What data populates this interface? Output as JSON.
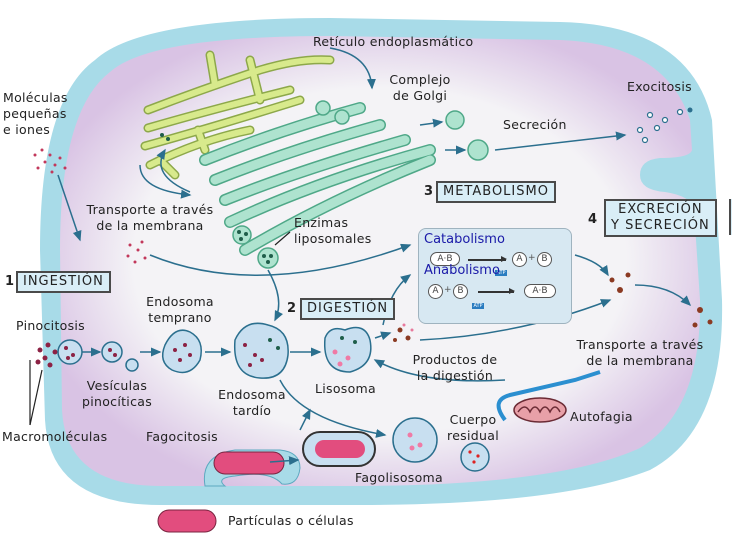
{
  "diagram": {
    "type": "cell-function-diagram",
    "language": "es",
    "colors": {
      "membrane": "#a8dbe8",
      "cytoplasm_edge": "#dcc6e6",
      "cytoplasm": "#f3f2f6",
      "reticulum": "#d8ea8c",
      "golgi": "#aee3cf",
      "vesicle": "#c8dff0",
      "particle": "#e24d7e",
      "macromolecule": "#8c2244",
      "enzyme": "#1f5e4a",
      "product": "#8b3a22",
      "arrow": "#2b6f8e",
      "box_fill": "#d9eef7",
      "anabolism_text": "#1a1aa8"
    }
  },
  "labels": {
    "reticulo": "Retículo endoplasmático",
    "golgi_1": "Complejo",
    "golgi_2": "de Golgi",
    "exocitosis": "Exocitosis",
    "secrecion": "Secreción",
    "moleculas_1": "Moléculas",
    "moleculas_2": "pequeñas",
    "moleculas_3": "e iones",
    "transporte1_1": "Transporte a través",
    "transporte1_2": "de la membrana",
    "enzimas_1": "Enzimas",
    "enzimas_2": "liposomales",
    "pinocitosis": "Pinocitosis",
    "endosoma_temprano_1": "Endosoma",
    "endosoma_temprano_2": "temprano",
    "vesiculas_1": "Vesículas",
    "vesiculas_2": "pinocíticas",
    "endosoma_tardio_1": "Endosoma",
    "endosoma_tardio_2": "tardío",
    "lisosoma": "Lisosoma",
    "productos_1": "Productos de",
    "productos_2": "la digestión",
    "transporte2_1": "Transporte a través",
    "transporte2_2": "de la membrana",
    "autofagia": "Autofagia",
    "cuerpo_1": "Cuerpo",
    "cuerpo_2": "residual",
    "macromoleculas": "Macromoléculas",
    "fagocitosis": "Fagocitosis",
    "fagolisosoma": "Fagolisosoma"
  },
  "stages": [
    {
      "number": "1",
      "title": "INGESTIÓN"
    },
    {
      "number": "2",
      "title": "DIGESTIÓN"
    },
    {
      "number": "3",
      "title": "METABOLISMO"
    },
    {
      "number": "4",
      "title_1": "EXCRECIÓN",
      "title_2": "Y SECRECIÓN"
    }
  ],
  "metabolism": {
    "catabolism": {
      "title": "Catabolismo",
      "reactant": "A·B",
      "product_a": "A",
      "product_b": "B",
      "energy": "ATP"
    },
    "anabolism": {
      "title": "Anabolismo",
      "reactant_a": "A",
      "reactant_b": "B",
      "product": "A·B",
      "energy": "ATP"
    },
    "plus": "+"
  },
  "legend": {
    "label": "Partículas o células"
  }
}
